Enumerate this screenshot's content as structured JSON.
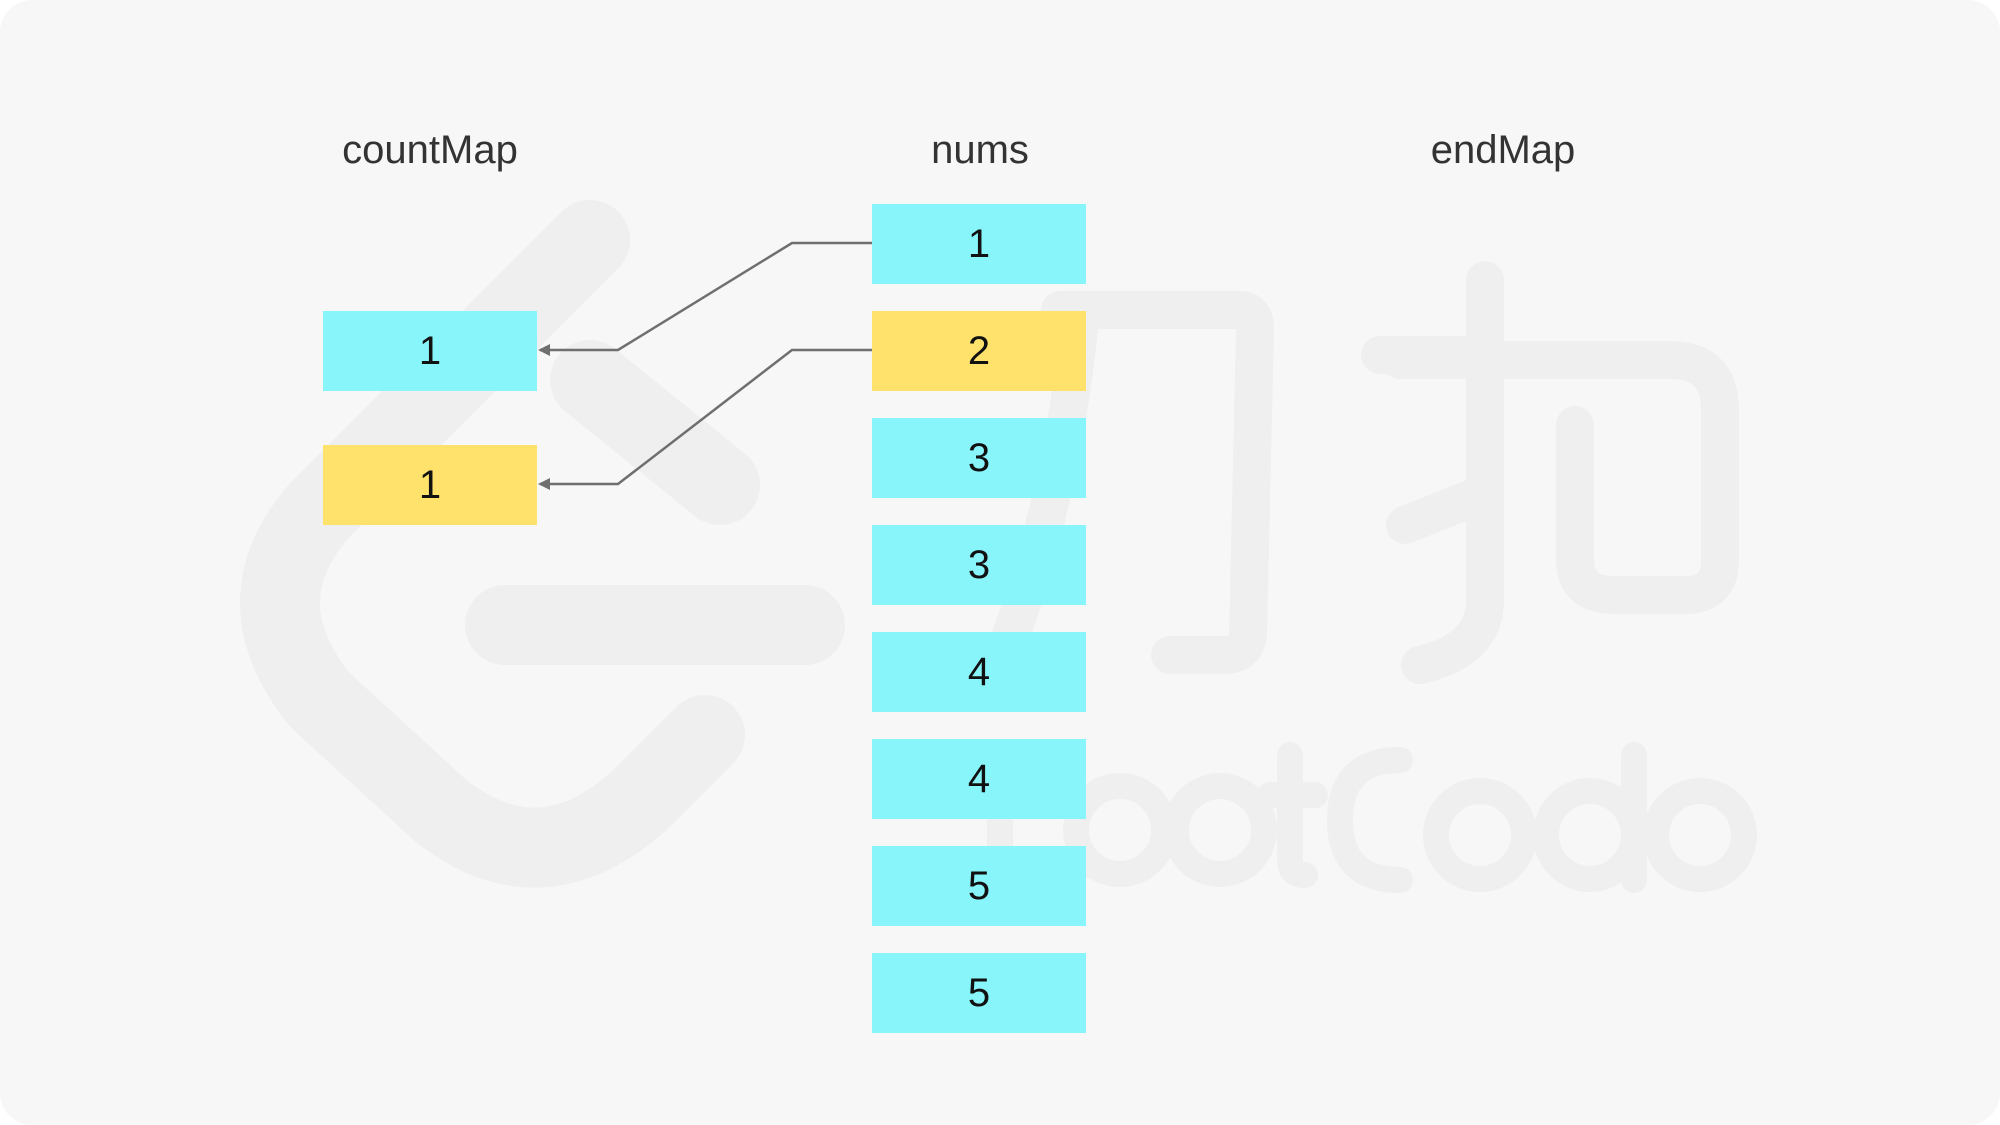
{
  "headings": {
    "left": "countMap",
    "middle": "nums",
    "right": "endMap"
  },
  "nums": [
    "1",
    "2",
    "3",
    "3",
    "4",
    "4",
    "5",
    "5"
  ],
  "count_map": [
    "1",
    "1"
  ],
  "colors": {
    "cyan": "#88f5fb",
    "yellow": "#ffe26b",
    "arrow": "#6f6f6f",
    "watermark": "#efefef"
  }
}
